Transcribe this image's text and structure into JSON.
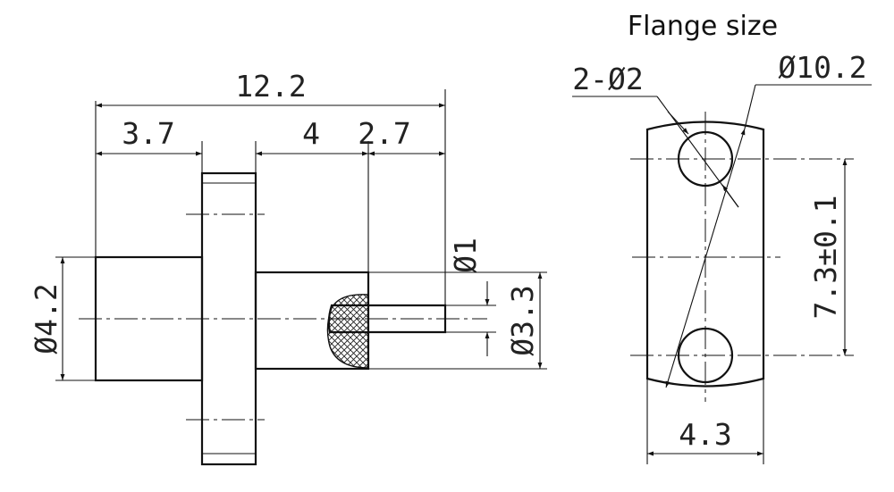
{
  "title": "Flange size",
  "side_view": {
    "overall_length": "12.2",
    "rear_length": "3.7",
    "front_length": "4",
    "pin_length": "2.7",
    "body_diameter": "Ø4.2",
    "pin_diameter": "Ø1",
    "front_diameter": "Ø3.3"
  },
  "flange_view": {
    "holes": "2-Ø2",
    "flange_diameter": "Ø10.2",
    "hole_spacing": "7.3±0.1",
    "flange_width": "4.3"
  }
}
